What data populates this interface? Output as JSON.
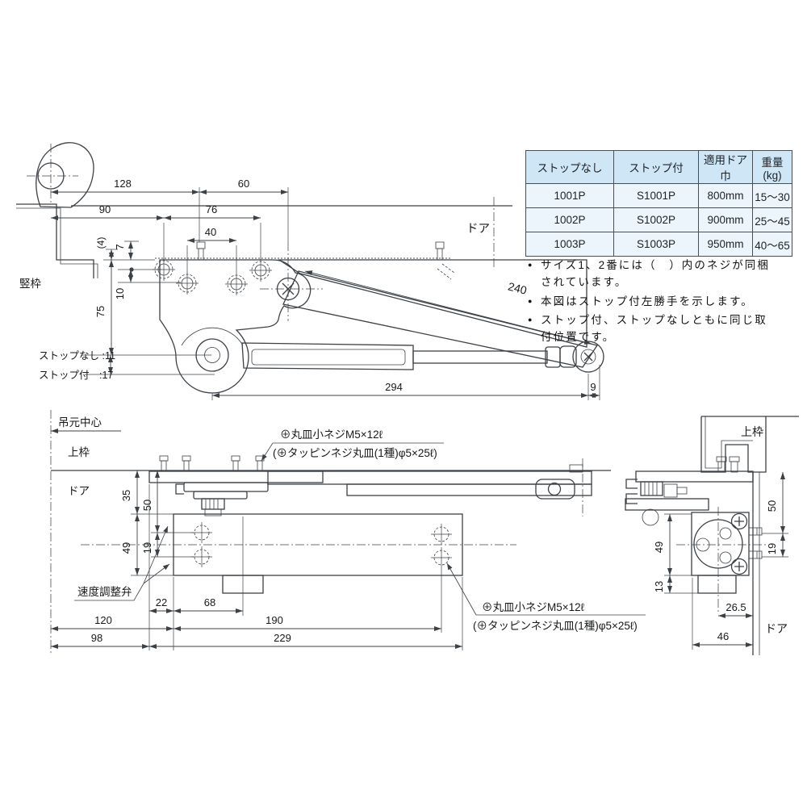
{
  "colors": {
    "table_header_bg": "#cfe6f7",
    "table_row_bg": "#edf5fc",
    "body_fill": "#dceaf6",
    "arm_fill": "#e7f0f9",
    "line": "#3c4146"
  },
  "table": {
    "headers": [
      "ストップなし",
      "ストップ付",
      "適用ドア巾",
      "重量(kg)"
    ],
    "rows": [
      [
        "1001P",
        "S1001P",
        "800mm",
        "15〜30"
      ],
      [
        "1002P",
        "S1002P",
        "900mm",
        "25〜45"
      ],
      [
        "1003P",
        "S1003P",
        "950mm",
        "40〜65"
      ]
    ]
  },
  "notes": [
    "サイズ1、2番には（　）内のネジが同梱されています。",
    "本図はストップ付左勝手を示します。",
    "ストップ付、ストップなしともに同じ取付位置です。"
  ],
  "top_view": {
    "labels": {
      "frame_vertical": "竪枠",
      "door": "ドア",
      "stop_none": "ストップなし :11",
      "stop_with": "ストップ付　:17"
    },
    "dims": {
      "d128": "128",
      "d60": "60",
      "d90": "90",
      "d76": "76",
      "d40": "40",
      "d4": "(4)",
      "d7": "7",
      "d10": "10",
      "d75": "75",
      "d240": "240",
      "d294": "294",
      "d9": "9"
    }
  },
  "bottom_view": {
    "labels": {
      "hinge_center": "吊元中心",
      "frame_top": "上枠",
      "door": "ドア",
      "speed_valve": "速度調整弁",
      "screw_callout_1": "⊕丸皿小ネジM5×12ℓ",
      "screw_callout_2": "(⊕タッピンネジ丸皿(1種)φ5×25ℓ)"
    },
    "dims": {
      "d35": "35",
      "d50": "50",
      "d19": "19",
      "d49": "49",
      "d22": "22",
      "d68": "68",
      "d120": "120",
      "d190": "190",
      "d98": "98",
      "d229": "229"
    }
  },
  "side_view": {
    "labels": {
      "frame_top": "上枠",
      "door": "ドア"
    },
    "dims": {
      "d50": "50",
      "d19": "19",
      "d49": "49",
      "d13": "13",
      "d265": "26.5",
      "d46": "46"
    }
  }
}
